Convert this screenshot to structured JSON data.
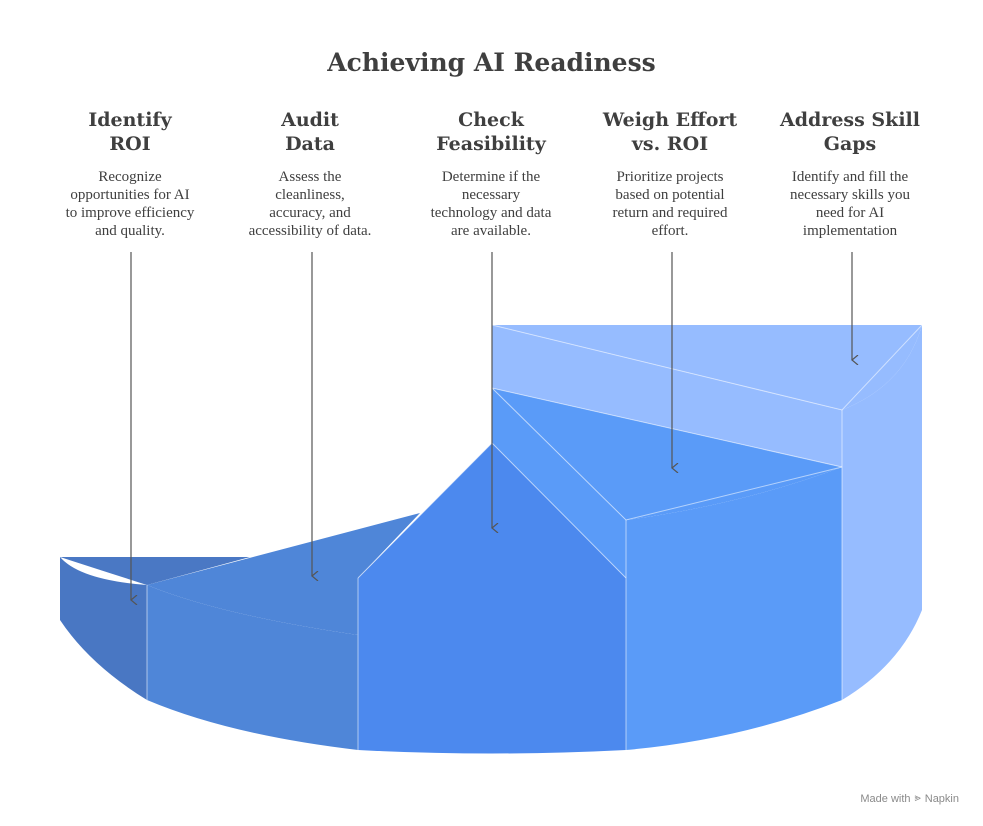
{
  "title": "Achieving AI Readiness",
  "steps": [
    {
      "heading": "Identify\nROI",
      "body": "Recognize\nopportunities for AI\nto improve efficiency\nand quality."
    },
    {
      "heading": "Audit\nData",
      "body": "Assess the\ncleanliness,\naccuracy, and\naccessibility of data."
    },
    {
      "heading": "Check\nFeasibility",
      "body": "Determine if the\nnecessary\ntechnology and data\nare available."
    },
    {
      "heading": "Weigh Effort\nvs. ROI",
      "body": "Prioritize projects\nbased on potential\nreturn and required\neffort."
    },
    {
      "heading": "Address Skill\nGaps",
      "body": "Identify and fill the\nnecessary skills you\nneed for AI\nimplementation"
    }
  ],
  "colors": {
    "segment_1": "#4a78c4",
    "segment_2": "#4f86d8",
    "segment_3": "#4c89ee",
    "segment_4": "#5a9bf8",
    "segment_5": "#96bcff",
    "text": "#3f3f3f",
    "arrow": "#555555"
  },
  "footer": {
    "made_with": "Made with",
    "brand": "Napkin"
  }
}
